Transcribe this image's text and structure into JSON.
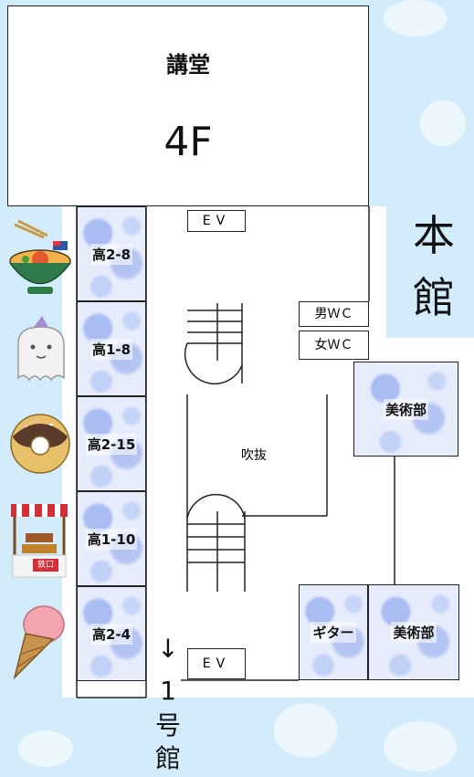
{
  "building_label": [
    "本",
    "館"
  ],
  "floor": {
    "hall_name": "講堂",
    "floor_label": "4F"
  },
  "elevators": {
    "top": "EV",
    "bottom": "EV"
  },
  "restrooms": {
    "male": "男ＷＣ",
    "female": "女ＷＣ"
  },
  "atrium": "吹抜",
  "rooms_left": [
    {
      "label": "高2-8"
    },
    {
      "label": "高1-8"
    },
    {
      "label": "高2-15"
    },
    {
      "label": "高1-10"
    },
    {
      "label": "高2-4"
    }
  ],
  "rooms_right": {
    "art_club_upper": "美術部",
    "guitar": "ギター",
    "art_club_lower": "美術部"
  },
  "exit": {
    "arrow": "↓",
    "chars": [
      "1",
      "号",
      "館"
    ]
  },
  "icons": [
    {
      "name": "ramen-bowl-icon",
      "sign": ""
    },
    {
      "name": "ghost-character-icon",
      "sign": ""
    },
    {
      "name": "donut-icon",
      "sign": ""
    },
    {
      "name": "food-stall-icon",
      "sign": "鉄口"
    },
    {
      "name": "ice-cream-cone-icon",
      "sign": ""
    }
  ],
  "colors": {
    "background": "#d3ecfb",
    "flower": "#7c96eb",
    "wall": "#222222"
  }
}
